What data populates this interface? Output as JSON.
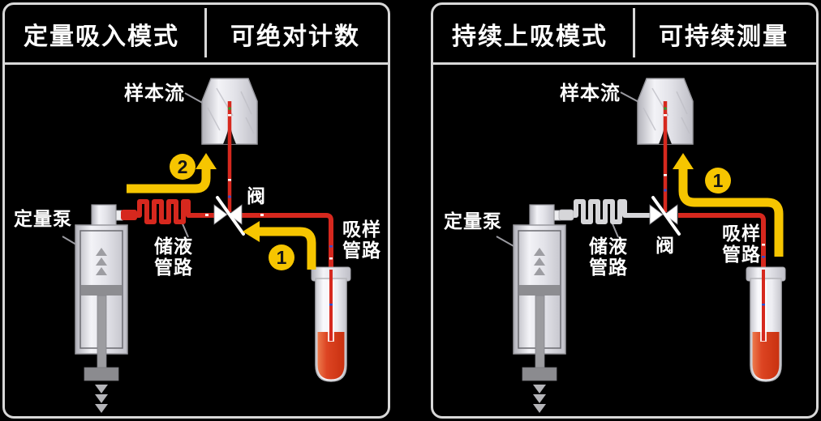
{
  "colors": {
    "background": "#000000",
    "panel_border": "#d8d8d8",
    "accent_yellow": "#f6c500",
    "tube_red": "#d6281e",
    "inactive_tube_gray": "#d6d6d9",
    "metal_gray": "#d9d9de",
    "text": "#ffffff"
  },
  "panels": [
    {
      "title": "定量吸入模式",
      "subtitle": "可绝对计数",
      "labels": {
        "sample_stream": "样本流",
        "pump": "定量泵",
        "reservoir_line1": "储液",
        "reservoir_line2": "管路",
        "valve": "阀",
        "sampling_line1": "吸样",
        "sampling_line2": "管路"
      },
      "badges": {
        "step1": "1",
        "step2": "2"
      }
    },
    {
      "title": "持续上吸模式",
      "subtitle": "可持续测量",
      "labels": {
        "sample_stream": "样本流",
        "pump": "定量泵",
        "reservoir_line1": "储液",
        "reservoir_line2": "管路",
        "valve": "阀",
        "sampling_line1": "吸样",
        "sampling_line2": "管路"
      },
      "badges": {
        "step1": "1"
      }
    }
  ]
}
